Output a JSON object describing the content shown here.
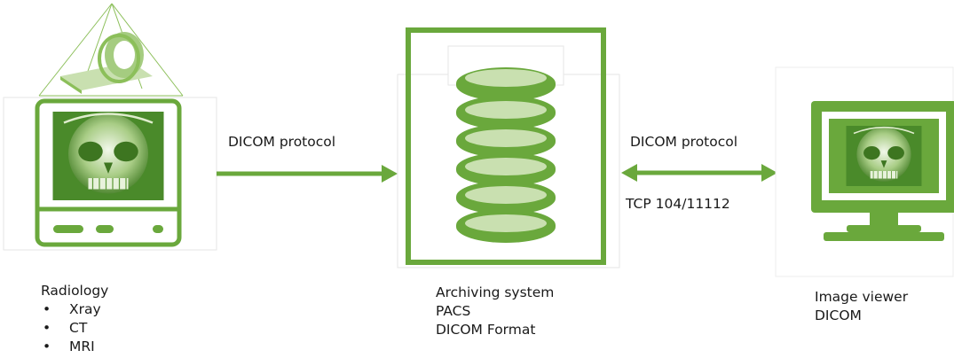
{
  "left": {
    "title": "Radiology",
    "modalities": [
      "Xray",
      "CT",
      "MRI"
    ]
  },
  "connection_left": {
    "label": "DICOM protocol"
  },
  "center": {
    "lines": [
      "Archiving system",
      "PACS",
      "DICOM Format"
    ]
  },
  "connection_right": {
    "label": "DICOM protocol",
    "ports": "TCP 104/11112"
  },
  "right": {
    "lines": [
      "Image viewer",
      "DICOM"
    ]
  },
  "colors": {
    "green_dark": "#6aa83c",
    "green_mid": "#8cbf5a",
    "green_light": "#c9e0b0",
    "green_pale": "#e4f0d8"
  },
  "icons": [
    "radiology-scanner-icon",
    "database-icon",
    "monitor-icon",
    "skull-xray-image"
  ]
}
